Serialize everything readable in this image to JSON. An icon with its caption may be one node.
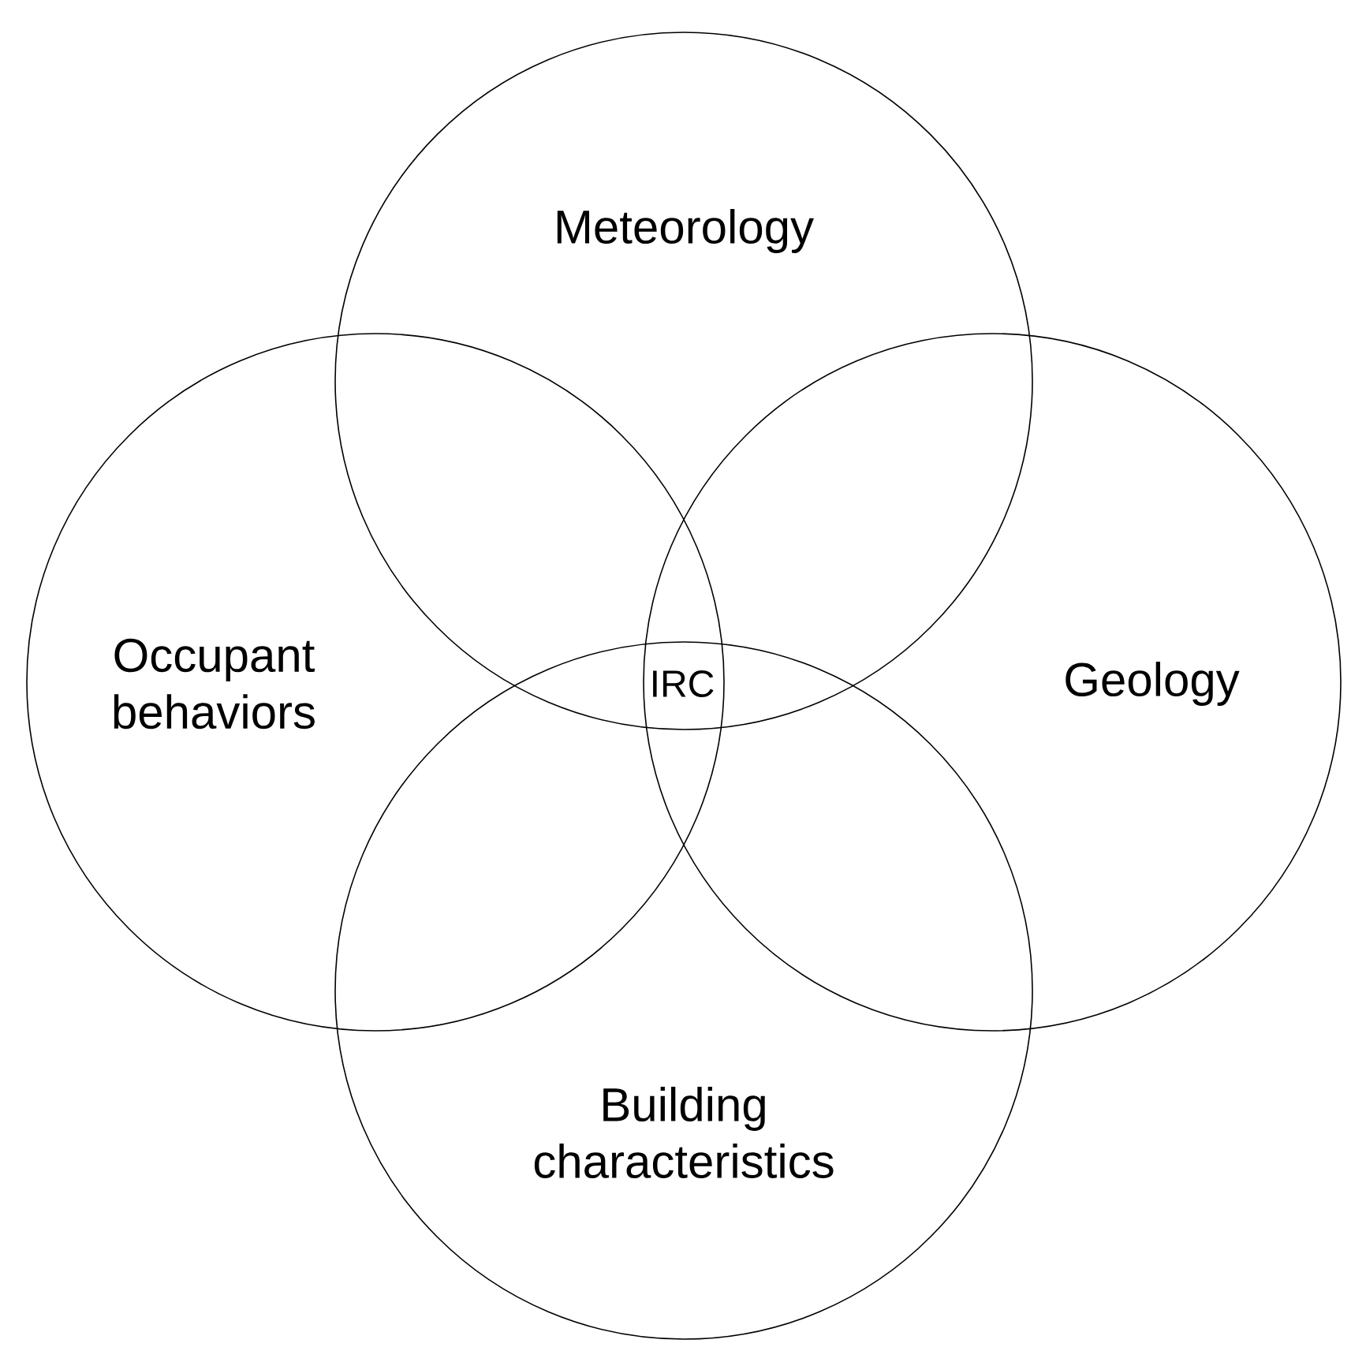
{
  "diagram": {
    "nodes": [
      {
        "text": [
          "Meteorology"
        ]
      },
      {
        "text": [
          "Occupant behaviors"
        ]
      },
      {
        "text": [
          "Geology"
        ]
      },
      {
        "text": [
          "Building characteristics"
        ]
      }
    ],
    "labels": [
      "IRC"
    ]
  }
}
